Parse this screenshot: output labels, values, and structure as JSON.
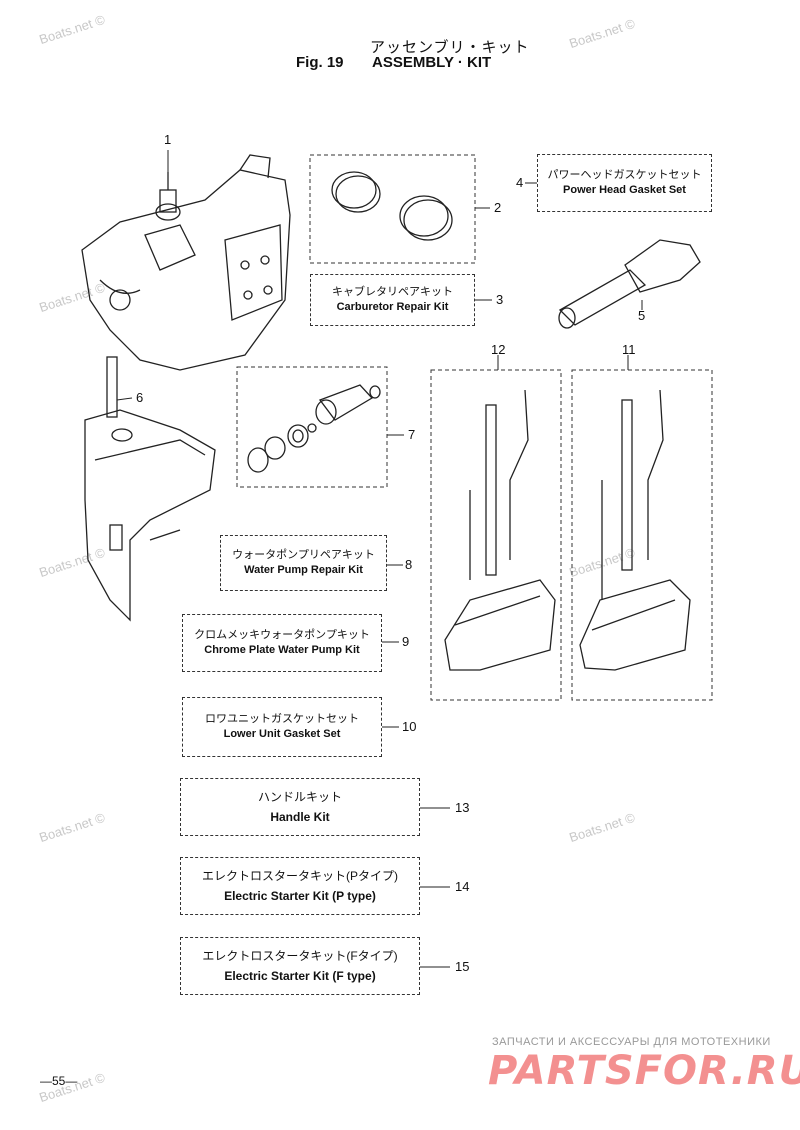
{
  "header": {
    "title_jp": "アッセンブリ・キット",
    "fig_label": "Fig. 19",
    "title_en": "ASSEMBLY · KIT"
  },
  "kits": [
    {
      "no": "2",
      "jp": "",
      "en": ""
    },
    {
      "no": "3",
      "jp": "キャブレタリペアキット",
      "en": "Carburetor Repair Kit"
    },
    {
      "no": "4",
      "jp": "パワーヘッドガスケットセット",
      "en": "Power Head Gasket Set"
    },
    {
      "no": "7",
      "jp": "",
      "en": ""
    },
    {
      "no": "8",
      "jp": "ウォータポンプリペアキット",
      "en": "Water Pump Repair Kit"
    },
    {
      "no": "9",
      "jp": "クロムメッキウォータポンプキット",
      "en": "Chrome Plate Water Pump Kit"
    },
    {
      "no": "10",
      "jp": "ロワユニットガスケットセット",
      "en": "Lower Unit Gasket Set"
    },
    {
      "no": "13",
      "jp": "ハンドルキット",
      "en": "Handle Kit"
    },
    {
      "no": "14",
      "jp": "エレクトロスタータキット(Pタイプ)",
      "en": "Electric Starter Kit (P type)"
    },
    {
      "no": "15",
      "jp": "エレクトロスタータキット(Fタイプ)",
      "en": "Electric Starter Kit (F type)"
    }
  ],
  "callouts": {
    "n1": "1",
    "n5": "5",
    "n6": "6",
    "n11": "11",
    "n12": "12"
  },
  "watermark": "Boats.net ©",
  "branding": {
    "tagline": "ЗАПЧАСТИ И АКСЕССУАРЫ ДЛЯ МОТОТЕХНИКИ",
    "logo": "PARTSFOR.RU"
  },
  "page_number": "—55—",
  "colors": {
    "ink": "#111111",
    "brand": "#e55555",
    "watermark": "#c8c8c8"
  }
}
